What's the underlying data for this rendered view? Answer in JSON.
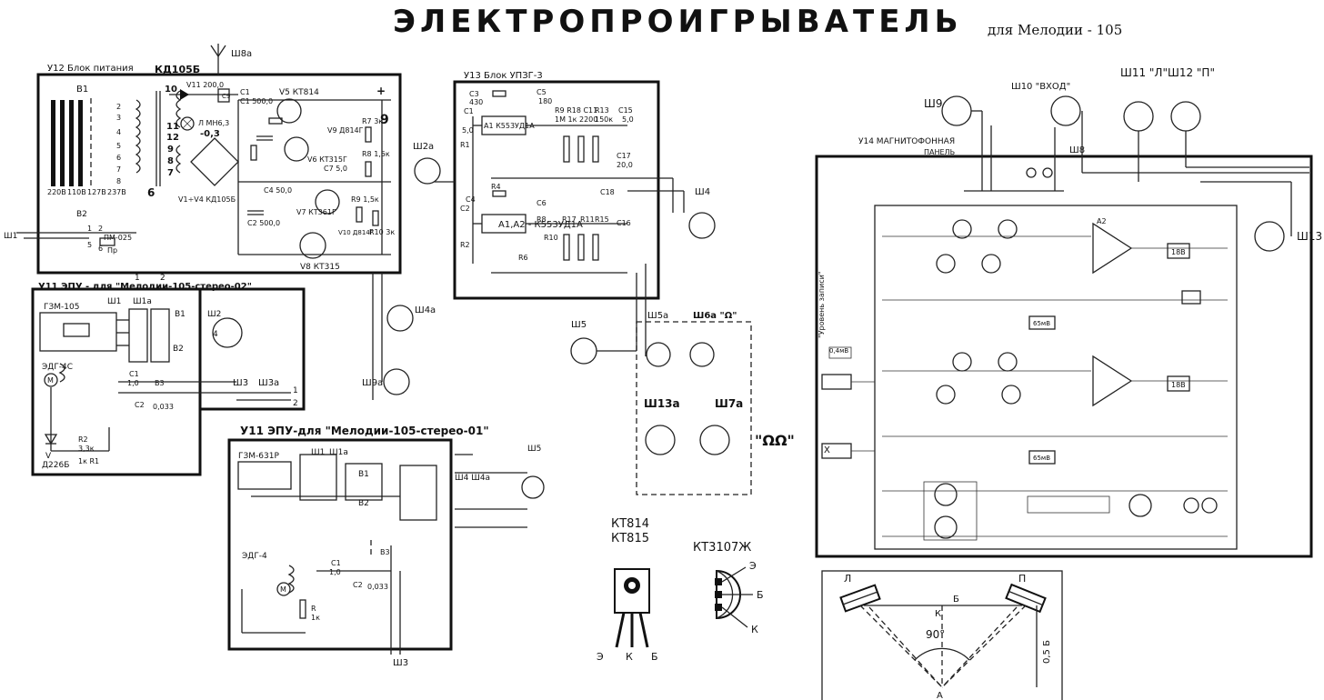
{
  "title": "ЭЛЕКТРОПРОИГРЫВАТЕЛЬ",
  "subtitle": "для Мелодии - 105",
  "blocks": {
    "u12": {
      "label": "У12 Блок питания",
      "part": "КД105Б"
    },
    "u13": {
      "label": "У13 Блок УПЗГ-3"
    },
    "u11a": {
      "label": "У11 ЭПУ - для \"Мелодии-105-стерео-02\""
    },
    "u11b": {
      "label": "У11 ЭПУ-для \"Мелодии-105-стерео-01\""
    },
    "u14": {
      "label": "У14 МАГНИТОФОННАЯ",
      "sub": "ПАНЕЛЬ"
    }
  },
  "psu": {
    "voltages": [
      "220В",
      "110В",
      "127В",
      "237В"
    ],
    "parts": [
      "V5 КТ814",
      "V6 КТ315Г",
      "V7 КТ361Г",
      "V8 КТ315",
      "V1÷V4 КД105Б",
      "V9 Д814Г",
      "V10 Д814Г",
      "С1 500,0",
      "С2 500,0",
      "С3",
      "С4 50,0",
      "С7 5,0",
      "R7 3к",
      "R8 1,5к",
      "R9 1,5к",
      "R10 3к"
    ]
  },
  "connectors": [
    "Ш8а",
    "Ш2а",
    "Ш4",
    "Ш5",
    "Ш5а",
    "Ш6а \"Ω\"",
    "Ш13а",
    "Ш7а",
    "Ш4а",
    "Ш9а",
    "Ш1",
    "Ш3",
    "Ш3а",
    "Ш9",
    "Ш10 \"ВХОД\"",
    "Ш11 \"Л\"",
    "Ш12 \"П\"",
    "Ш8",
    "Ш13"
  ],
  "misc_labels": [
    "\"ΩΩ\"",
    "ГЗМ-105",
    "ЭДГ-4С",
    "Д226Б",
    "ГЗМ-631Р",
    "ЭДГ-4",
    "А1 К553УД1А",
    "А2",
    "А1,А2 - К553УД1А",
    "\"Уровень записи\""
  ],
  "transistor_a": {
    "types": [
      "КТ814",
      "КТ815"
    ],
    "pins": [
      "Э",
      "К",
      "Б"
    ]
  },
  "transistor_b": {
    "type": "КТ3107Ж",
    "pins": [
      "Э",
      "Б",
      "К"
    ]
  },
  "stereo": {
    "left": "Л",
    "right": "П",
    "base": "Б",
    "k": "К",
    "angle": "90°",
    "dist": "0,5 Б",
    "apex": "А"
  }
}
